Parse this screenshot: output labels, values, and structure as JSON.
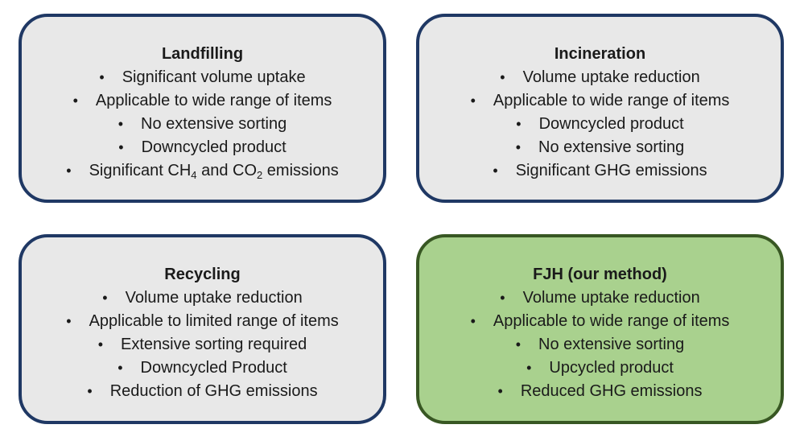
{
  "colors": {
    "gray_fill": "#e8e8e8",
    "gray_border": "#1f3864",
    "green_fill": "#a9d18e",
    "green_border": "#385723"
  },
  "bullet_glyph": "•",
  "cards": [
    {
      "title": "Landfilling",
      "style": "gray",
      "items": [
        {
          "text": "Significant volume uptake"
        },
        {
          "text": "Applicable to wide range of items"
        },
        {
          "text": "No extensive sorting"
        },
        {
          "text": "Downcycled product"
        },
        {
          "parts": [
            {
              "t": "Significant CH"
            },
            {
              "t": "4",
              "sub": true
            },
            {
              "t": " and CO"
            },
            {
              "t": "2",
              "sub": true
            },
            {
              "t": " emissions"
            }
          ]
        }
      ]
    },
    {
      "title": "Incineration",
      "style": "gray",
      "items": [
        {
          "text": "Volume uptake reduction"
        },
        {
          "text": "Applicable to wide range of items"
        },
        {
          "text": "Downcycled product"
        },
        {
          "text": "No extensive sorting"
        },
        {
          "text": "Significant GHG emissions"
        }
      ]
    },
    {
      "title": "Recycling",
      "style": "gray",
      "items": [
        {
          "text": "Volume uptake reduction"
        },
        {
          "text": "Applicable to limited range of items"
        },
        {
          "text": "Extensive sorting required"
        },
        {
          "text": "Downcycled Product"
        },
        {
          "text": "Reduction of GHG emissions"
        }
      ]
    },
    {
      "title": "FJH (our method)",
      "style": "green",
      "items": [
        {
          "text": "Volume uptake reduction"
        },
        {
          "text": "Applicable to wide range of items"
        },
        {
          "text": "No extensive sorting"
        },
        {
          "text": "Upcycled product"
        },
        {
          "text": "Reduced GHG emissions"
        }
      ]
    }
  ]
}
